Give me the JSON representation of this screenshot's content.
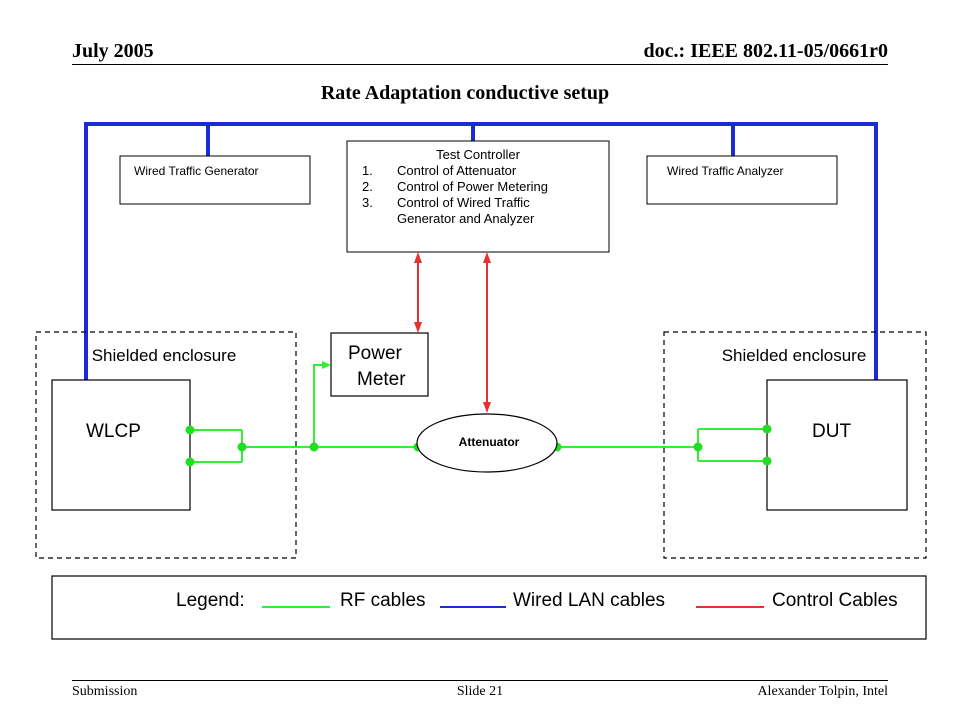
{
  "header": {
    "date": "July 2005",
    "doc_id": "doc.: IEEE 802.11-05/0661r0"
  },
  "title": "Rate Adaptation conductive setup",
  "diagram": {
    "wired_traffic_generator": "Wired Traffic Generator",
    "wired_traffic_analyzer": "Wired Traffic Analyzer",
    "test_controller": {
      "title": "Test Controller",
      "items": [
        {
          "num": "1.",
          "text": "Control of Attenuator"
        },
        {
          "num": "2.",
          "text": "Control of Power Metering"
        },
        {
          "num": "3.",
          "text": "Control of  Wired Traffic",
          "cont": "Generator and Analyzer"
        }
      ]
    },
    "power_meter": {
      "line1": "Power",
      "line2": "Meter"
    },
    "shielded_left": "Shielded enclosure",
    "shielded_right": "Shielded enclosure",
    "wlcp": "WLCP",
    "dut": "DUT",
    "attenuator": "Attenuator"
  },
  "legend": {
    "label": "Legend:",
    "rf": "RF cables",
    "wired": "Wired LAN cables",
    "control": "Control Cables",
    "colors": {
      "rf": "#33ee33",
      "wired": "#1a2bd6",
      "control": "#e83030"
    }
  },
  "footer": {
    "left": "Submission",
    "center": "Slide 21",
    "right": "Alexander Tolpin, Intel"
  }
}
